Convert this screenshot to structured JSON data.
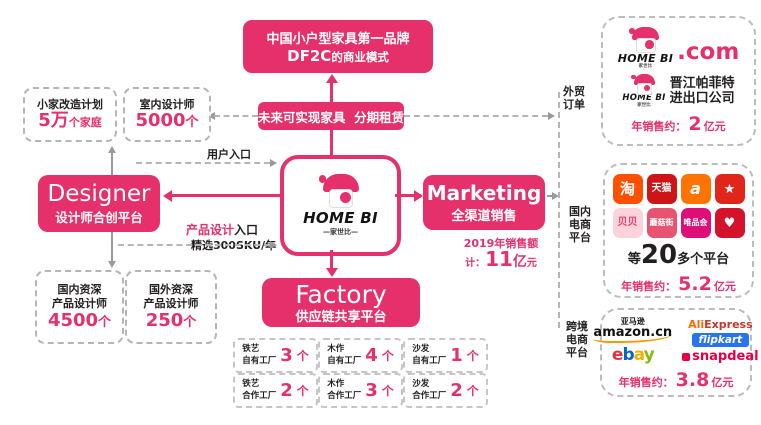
{
  "colors": {
    "accent_pink": "#E6306B",
    "text_dark": "#231F20",
    "line_gray": "#9A9A9A",
    "taobao_orange": "#FF5000",
    "tmall_red": "#CE1417",
    "flipkart_blue": "#2874F0",
    "snapdeal_red": "#E40046"
  },
  "header": {
    "title_line1": "中国小户型家具第一品牌",
    "title_line2_brand": "DF2C",
    "title_line2_rest": "的商业模式"
  },
  "future": {
    "label": "未来可实现家具  分期租赁"
  },
  "designer_section": {
    "renovation_title": "小家改造计划",
    "renovation_value": "5万",
    "renovation_suffix": "个家庭",
    "interior_title": "室内设计师",
    "interior_value": "5000",
    "interior_suffix": "个",
    "designer_en": "Designer",
    "designer_cn": "设计师合创平台",
    "domestic_line1": "国内资深",
    "domestic_line2": "产品设计师",
    "domestic_value": "4500",
    "domestic_suffix": "个",
    "foreign_line1": "国外资深",
    "foreign_line2": "产品设计师",
    "foreign_value": "250",
    "foreign_suffix": "个"
  },
  "center": {
    "brand": "HOME BI",
    "brand_sub": "—家世比—",
    "user_entry": "用户入口",
    "product_entry_accent": "产品设计",
    "product_entry_rest": "入口",
    "product_entry_note": "精选300SKU/年"
  },
  "marketing": {
    "en": "Marketing",
    "cn": "全渠道销售",
    "sales_title": "2019年销售额",
    "sales_prefix": "计：",
    "sales_value": "11",
    "sales_unit_big": "亿",
    "sales_unit_small": "元"
  },
  "factory": {
    "en": "Factory",
    "cn": "供应链共享平台",
    "items": [
      {
        "l1": "铁艺",
        "l2": "自有工厂",
        "num": "3",
        "unit": "个"
      },
      {
        "l1": "木作",
        "l2": "自有工厂",
        "num": "4",
        "unit": "个"
      },
      {
        "l1": "沙发",
        "l2": "自有工厂",
        "num": "1",
        "unit": "个"
      },
      {
        "l1": "铁艺",
        "l2": "合作工厂",
        "num": "2",
        "unit": "个"
      },
      {
        "l1": "木作",
        "l2": "合作工厂",
        "num": "3",
        "unit": "个"
      },
      {
        "l1": "沙发",
        "l2": "合作工厂",
        "num": "2",
        "unit": "个"
      }
    ]
  },
  "right_panels": {
    "trade": {
      "label_line1": "外贸",
      "label_line2": "订单",
      "brand": "HOME BI",
      "brand_sub": "家世比",
      "domain": ".com",
      "company_line1": "晋江帕菲特",
      "company_line2": "进出口公司",
      "sales_prefix": "年销售约：",
      "sales_value": "2",
      "sales_unit": "亿元"
    },
    "domestic": {
      "label_line1": "国内",
      "label_line2": "电商",
      "label_line3": "平台",
      "icons": [
        {
          "name": "taobao-icon",
          "glyph": "淘",
          "bg": "#FF5000"
        },
        {
          "name": "tmall-icon",
          "glyph": "天猫",
          "bg": "#CE1417"
        },
        {
          "name": "alibaba-icon",
          "glyph": "a",
          "bg": "#FF7300"
        },
        {
          "name": "bird-app-icon",
          "glyph": "★",
          "bg": "#E1251B"
        },
        {
          "name": "beibei-icon",
          "glyph": "贝贝",
          "bg": "#FCD2DC"
        },
        {
          "name": "mogujie-icon",
          "glyph": "蘑菇街",
          "bg": "#E85370"
        },
        {
          "name": "vip-icon",
          "glyph": "唯品会",
          "bg": "#DF0D77"
        },
        {
          "name": "hearts-app-icon",
          "glyph": "♥",
          "bg": "#D5122B"
        }
      ],
      "more_prefix": "等",
      "more_value": "20",
      "more_suffix": "多个平台",
      "sales_prefix": "年销售约：",
      "sales_value": "5.2",
      "sales_unit": "亿元"
    },
    "cross_border": {
      "label_line1": "跨境",
      "label_line2": "电商",
      "label_line3": "平台",
      "amazon_cn": "亚马逊",
      "amazon_domain": "amazon.cn",
      "aliexpress_part1": "Ali",
      "aliexpress_part2": "Express",
      "ebay": [
        "e",
        "b",
        "a",
        "y"
      ],
      "flipkart": "flipkart",
      "snapdeal": "snapdeal",
      "sales_prefix": "年销售约：",
      "sales_value": "3.8",
      "sales_unit": "亿元"
    }
  }
}
